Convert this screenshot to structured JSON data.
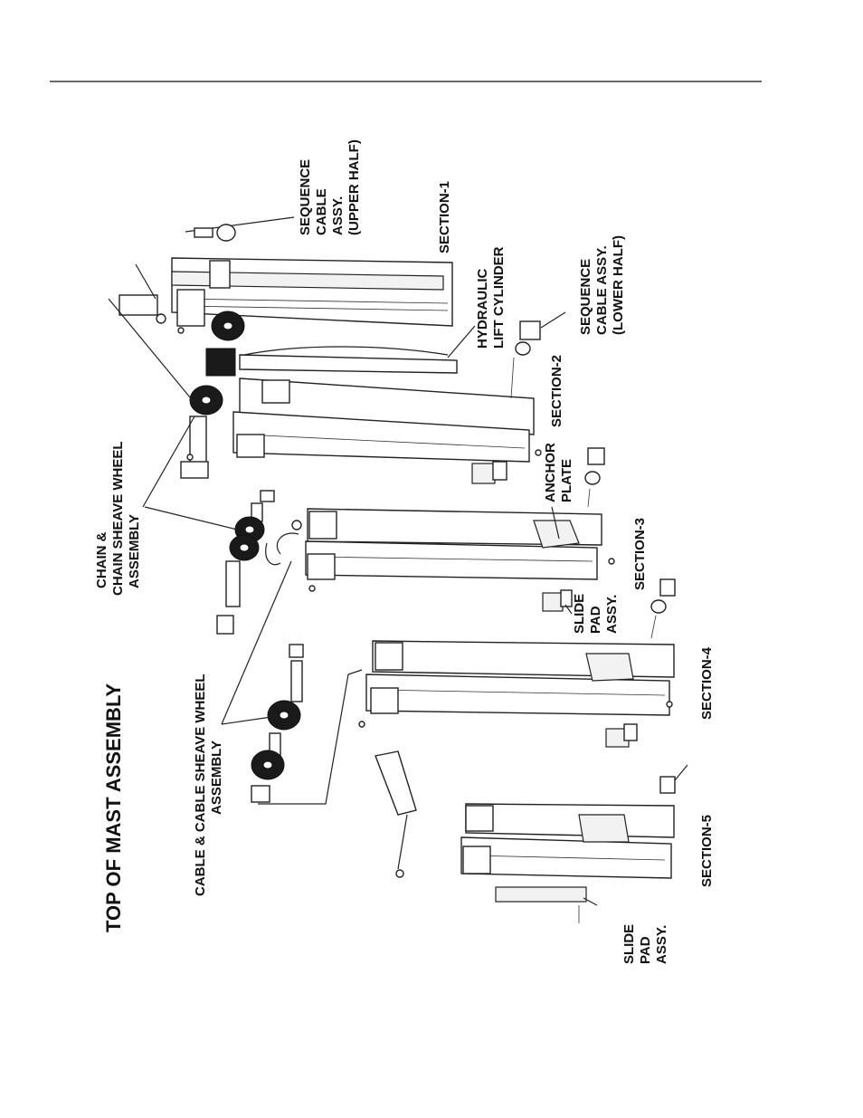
{
  "diagram": {
    "title": "TOP OF MAST ASSEMBLY",
    "labels": {
      "sequence_cable_upper": [
        "SEQUENCE",
        "CABLE",
        "ASSY.",
        "(UPPER HALF)"
      ],
      "section_1": "SECTION-1",
      "hydraulic_lift_cylinder": [
        "HYDRAULIC",
        "LIFT CYLINDER"
      ],
      "sequence_cable_lower": [
        "SEQUENCE",
        "CABLE ASSY.",
        "(LOWER HALF)"
      ],
      "section_2": "SECTION-2",
      "anchor_plate": [
        "ANCHOR",
        "PLATE"
      ],
      "section_3": "SECTION-3",
      "chain_sheave": [
        "CHAIN &",
        "CHAIN SHEAVE WHEEL",
        "ASSEMBLY"
      ],
      "slide_pad_1": [
        "SLIDE",
        "PAD",
        "ASSY."
      ],
      "cable_sheave": [
        "CABLE & CABLE SHEAVE WHEEL",
        "ASSEMBLY"
      ],
      "section_4": "SECTION-4",
      "section_5": "SECTION-5",
      "slide_pad_2": [
        "SLIDE",
        "PAD",
        "ASSY."
      ]
    }
  }
}
